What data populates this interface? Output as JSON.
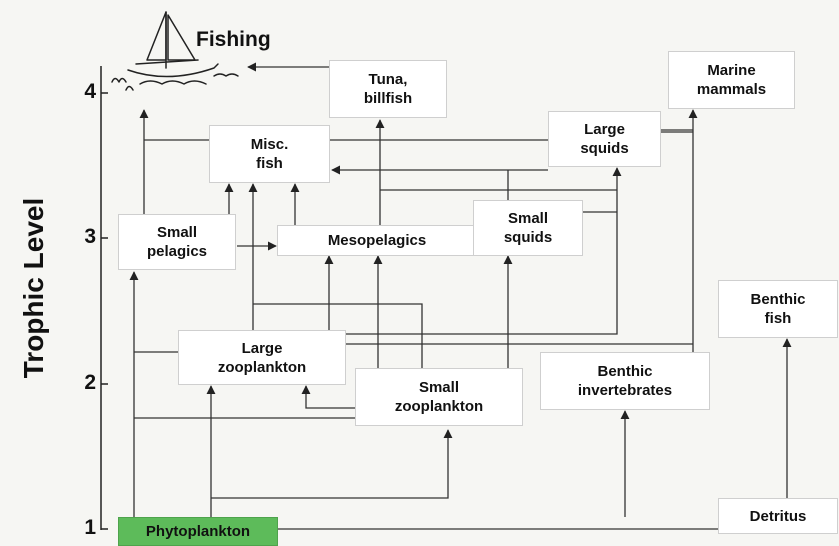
{
  "axis": {
    "label": "Trophic Level",
    "ticks": [
      {
        "label": "4",
        "id": "tick-4"
      },
      {
        "label": "3",
        "id": "tick-3"
      },
      {
        "label": "2",
        "id": "tick-2"
      },
      {
        "label": "1",
        "id": "tick-1"
      }
    ]
  },
  "fishing": {
    "label": "Fishing",
    "icon": "boat-icon"
  },
  "nodes": {
    "tuna": "Tuna,\nbillfish",
    "marine_mammals": "Marine\nmammals",
    "misc_fish": "Misc.\nfish",
    "large_squids": "Large\nsquids",
    "small_pelagics": "Small\npelagics",
    "mesopelagics": "Mesopelagics",
    "small_squids": "Small\nsquids",
    "benthic_fish": "Benthic\nfish",
    "large_zooplankton": "Large\nzooplankton",
    "small_zooplankton": "Small\nzooplankton",
    "benthic_invertebrates": "Benthic\ninvertebrates",
    "phytoplankton": "Phytoplankton",
    "detritus": "Detritus"
  },
  "colors": {
    "phytoplankton": "#5dbb5a",
    "line": "#333333",
    "box_border": "#cfcfcf"
  }
}
